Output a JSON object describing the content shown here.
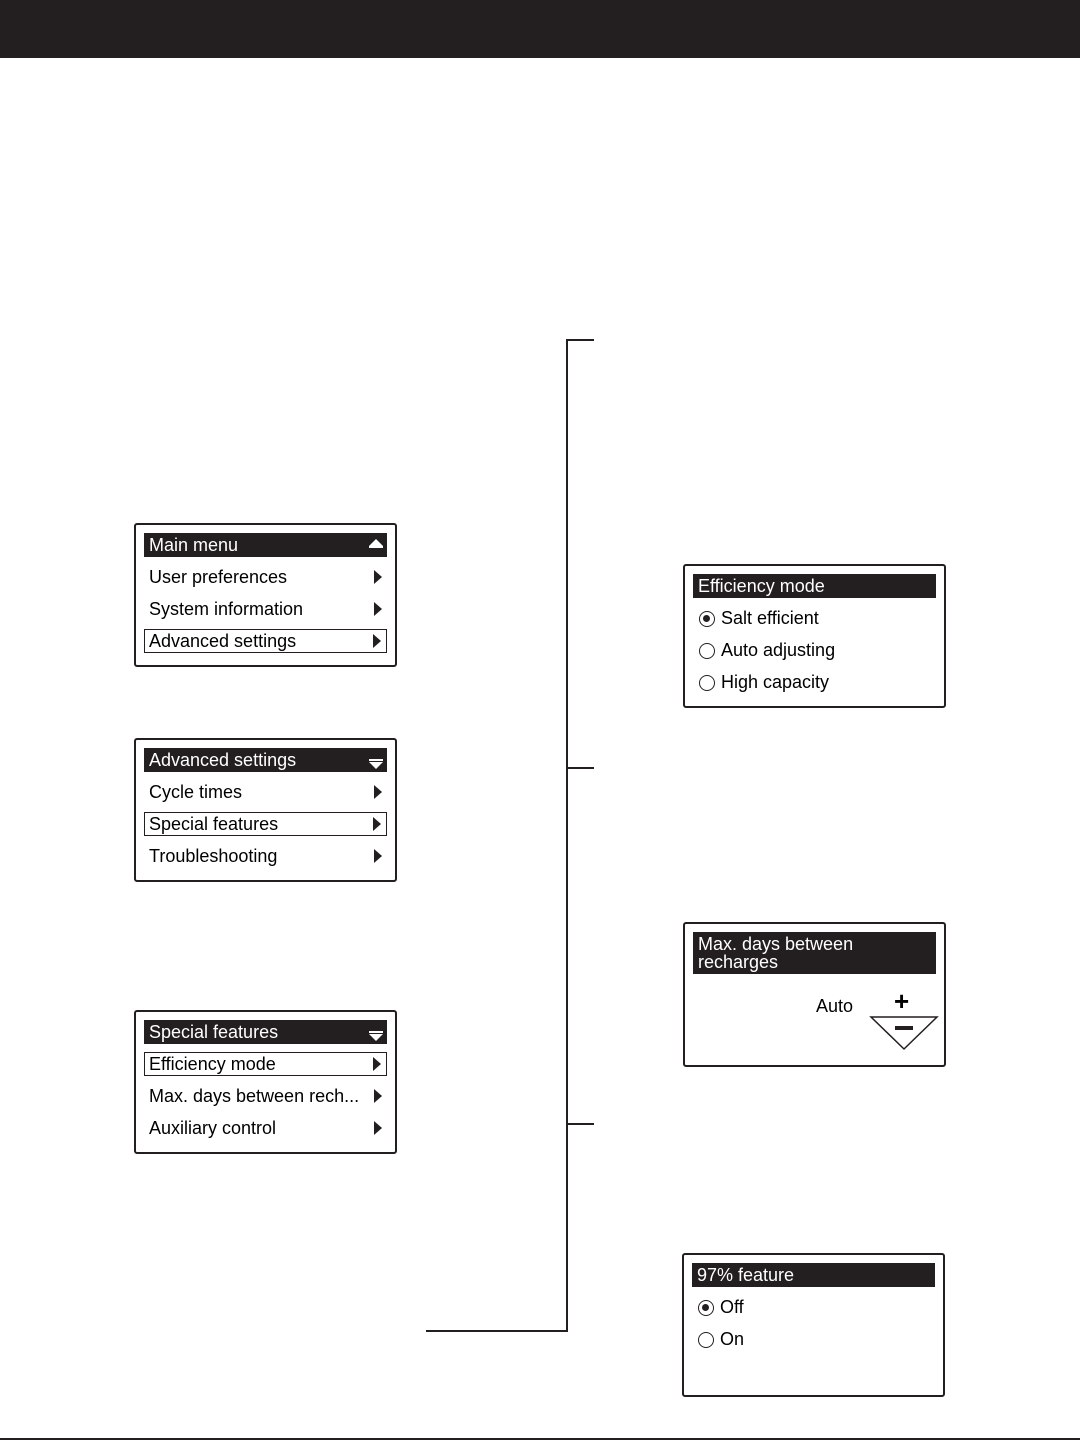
{
  "main_menu": {
    "title": "Main menu",
    "items": [
      "User preferences",
      "System information",
      "Advanced settings"
    ]
  },
  "advanced_settings": {
    "title": "Advanced settings",
    "items": [
      "Cycle times",
      "Special features",
      "Troubleshooting"
    ]
  },
  "special_features": {
    "title": "Special features",
    "items": [
      "Efficiency mode",
      "Max. days between rech...",
      "Auxiliary control"
    ]
  },
  "efficiency_mode": {
    "title": "Efficiency mode",
    "options": [
      "Salt efficient",
      "Auto adjusting",
      "High capacity"
    ],
    "selected": "Salt efficient"
  },
  "max_days": {
    "title_line1": "Max. days between",
    "title_line2": "recharges",
    "value": "Auto"
  },
  "feature_97": {
    "title": "97% feature",
    "options": [
      "Off",
      "On"
    ],
    "selected": "Off"
  }
}
